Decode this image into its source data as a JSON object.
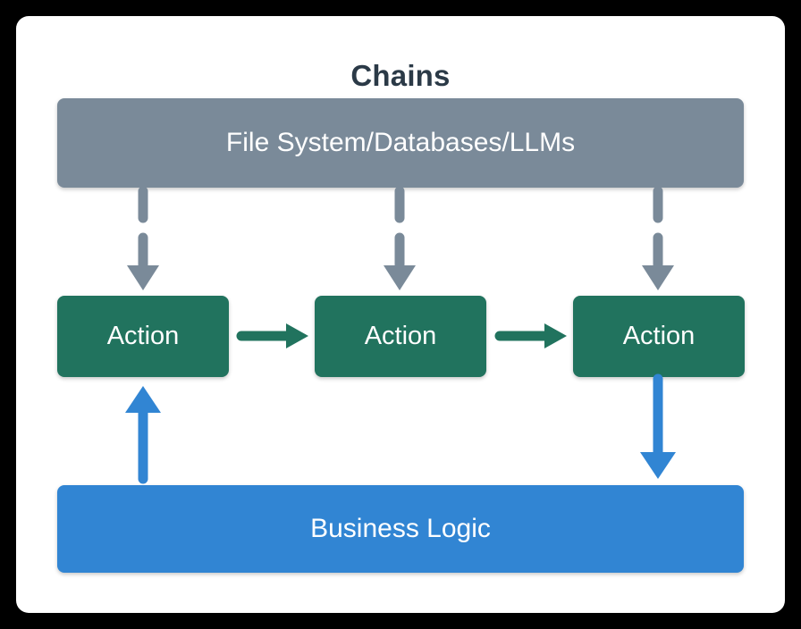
{
  "diagram": {
    "title": "Chains",
    "title_color": "#2b3a47",
    "canvas_background": "#000000",
    "card_background": "#ffffff"
  },
  "resources": {
    "label": "File System/Databases/LLMs",
    "color": "#7a8a99",
    "text_color": "#ffffff"
  },
  "actions": {
    "color": "#21735e",
    "text_color": "#ffffff",
    "items": [
      {
        "label": "Action"
      },
      {
        "label": "Action"
      },
      {
        "label": "Action"
      }
    ]
  },
  "business": {
    "label": "Business Logic",
    "color": "#3185d3",
    "text_color": "#ffffff"
  },
  "connectors": {
    "resource_to_action": {
      "style": "dashed",
      "color": "#7a8a99",
      "direction": "down",
      "count": 3
    },
    "action_to_action": {
      "style": "solid",
      "color": "#21735e",
      "direction": "right",
      "count": 2
    },
    "business_to_action": {
      "style": "solid",
      "color": "#3185d3",
      "direction": "up"
    },
    "action_to_business": {
      "style": "solid",
      "color": "#3185d3",
      "direction": "down"
    }
  }
}
